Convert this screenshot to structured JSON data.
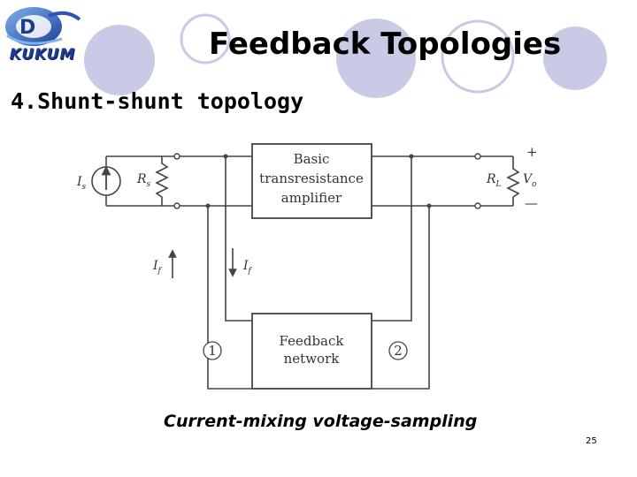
{
  "logo": {
    "text": "KUKUM"
  },
  "slide": {
    "title": "Feedback Topologies",
    "heading": "4.Shunt-shunt topology",
    "caption": "Current-mixing voltage-sampling",
    "page_number": "25"
  },
  "diagram": {
    "source": {
      "symbol": "I",
      "sub": "s"
    },
    "source_resistor": {
      "symbol": "R",
      "sub": "s"
    },
    "amplifier_lines": [
      "Basic",
      "transresistance",
      "amplifier"
    ],
    "load": {
      "symbol": "R",
      "sub": "L"
    },
    "output": {
      "symbol": "V",
      "sub": "o",
      "plus": "+",
      "minus": "—"
    },
    "feedback_current": {
      "symbol": "I",
      "sub": "f"
    },
    "feedback_lines": [
      "Feedback",
      "network"
    ],
    "port1": "1",
    "port2": "2"
  },
  "colors": {
    "accent_circle": "#c9cbe6",
    "logo_blue": "#1a3d8f",
    "wire": "#444444"
  }
}
